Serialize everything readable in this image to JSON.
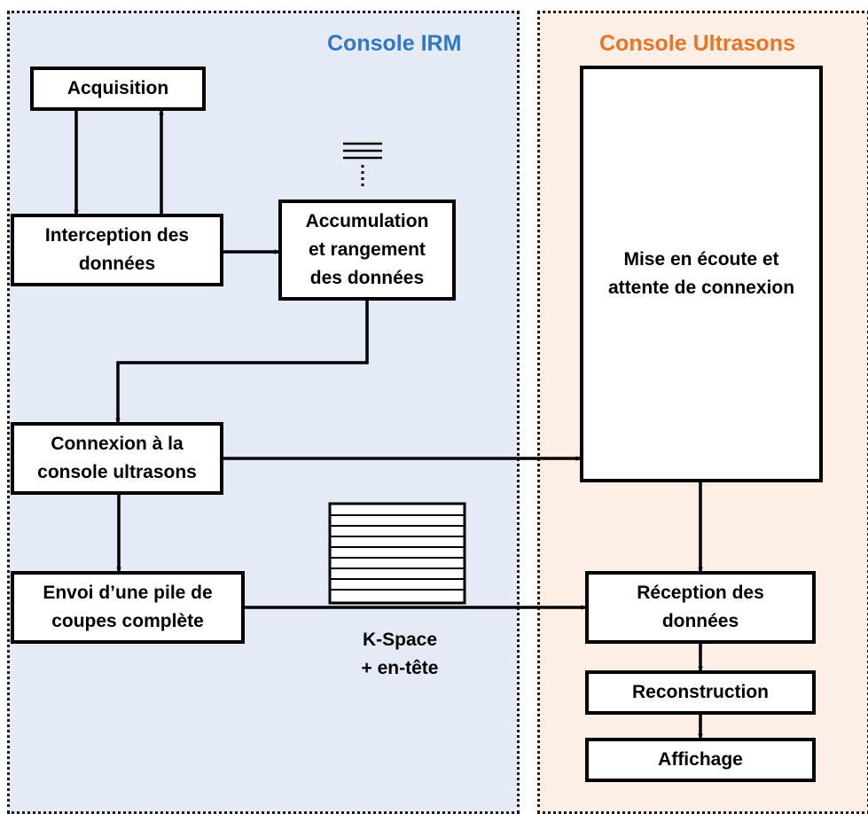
{
  "panels": {
    "irm": {
      "title": "Console IRM",
      "color": "#2f78c4",
      "background": "#e5ebf6"
    },
    "ultrasons": {
      "title": "Console Ultrasons",
      "color": "#e87524",
      "background": "#fdeee6"
    }
  },
  "boxes": {
    "acquisition": "Acquisition",
    "interception": "Interception des\ndonnées",
    "accumulation": "Accumulation\net rangement\ndes données",
    "connexion": "Connexion à la\nconsole ultrasons",
    "envoi": "Envoi d’une pile de\ncoupes complète",
    "ecoute": "Mise en écoute et\nattente de connexion",
    "reception": "Réception des\ndonnées",
    "reconstruction": "Reconstruction",
    "affichage": "Affichage"
  },
  "kspace": {
    "label": "K-Space\n+ en-tête"
  },
  "icons": [
    "data-stack-icon",
    "k-space-icon"
  ]
}
